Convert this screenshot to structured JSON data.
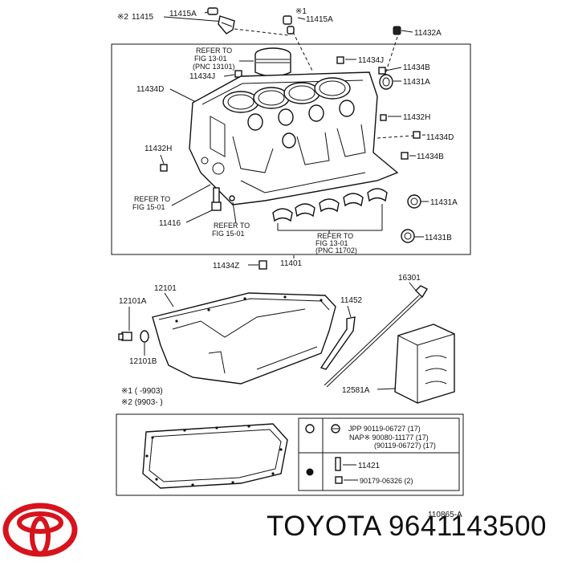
{
  "diagram": {
    "top_callouts": {
      "star2_prefix": "※2",
      "part_11415_left": "11415",
      "part_11415A_left": "11415A",
      "star1": "※1",
      "part_11415A_right": "11415A",
      "part_11432A": "11432A"
    },
    "block_callouts": {
      "refer_fig_13_01_line1": "REFER TO",
      "refer_fig_13_01_line2": "FIG 13-01",
      "refer_fig_13_01_line3": "(PNC 13101)",
      "part_11434J_top": "11434J",
      "part_11434J_left": "11434J",
      "part_11434B_top": "11434B",
      "part_11431A_top": "11431A",
      "part_11434D_left": "11434D",
      "part_11432H_right": "11432H",
      "part_11434D_right": "11434D",
      "part_11432H_left": "11432H",
      "part_11434B_right": "11434B",
      "refer_fig_15_01a_line1": "REFER TO",
      "refer_fig_15_01a_line2": "FIG 15-01",
      "part_11431A_right": "11431A",
      "part_11416": "11416",
      "refer_fig_15_01b_line1": "REFER TO",
      "refer_fig_15_01b_line2": "FIG 15-01",
      "refer_fig_13_01b_line1": "REFER TO",
      "refer_fig_13_01b_line2": "FIG 13-01",
      "refer_fig_13_01b_line3": "(PNC 11702)",
      "part_11431B": "11431B",
      "part_11434Z": "11434Z",
      "part_11401": "11401"
    },
    "pan_callouts": {
      "part_12101": "12101",
      "part_16301": "16301",
      "part_12101A": "12101A",
      "part_11452": "11452",
      "part_12101B": "12101B",
      "part_12581A": "12581A",
      "footnote1": "※1 (      -9903)",
      "footnote2": "※2 (9903-       )"
    },
    "sealant_table": {
      "row1_line1": "JPP  90119-06727 (17)",
      "row1_line2": "NAP※ 90080-11177 (17)",
      "row1_line3": "(90119-06727) (17)",
      "row2_part": "11421",
      "row2_bolt": "90179-06326 (2)"
    },
    "figure_number": "110865-A"
  },
  "brand": {
    "title": "TOYOTA 9641143500"
  },
  "colors": {
    "logo_red": "#d7131c",
    "ink": "#111111"
  }
}
